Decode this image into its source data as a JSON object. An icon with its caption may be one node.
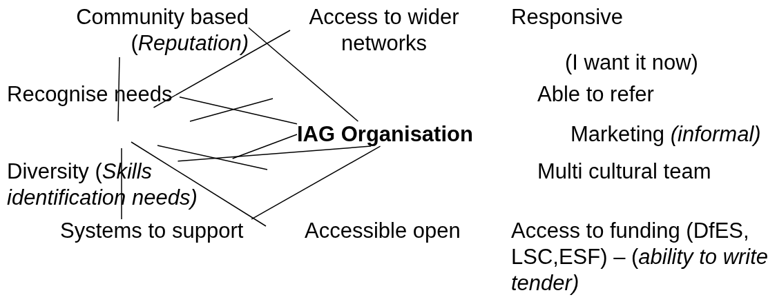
{
  "diagram": {
    "nodes": [
      {
        "text": [
          "Community based (*Reputation)*"
        ]
      },
      {
        "text": [
          "Access to wider networks"
        ]
      },
      {
        "text": [
          "Recognise needs"
        ]
      },
      {
        "text": [
          "IAG Organisation"
        ]
      },
      {
        "text": [
          "Diversity  (*Skills identification needs)*"
        ]
      },
      {
        "text": [
          "Systems to support"
        ]
      }
    ],
    "edges": [
      {
        "from": 0,
        "to": 3,
        "arrow": "none"
      },
      {
        "from": 1,
        "to": 2,
        "arrow": "none"
      },
      {
        "from": 2,
        "to": 3,
        "arrow": "none"
      },
      {
        "from": 4,
        "to": 3,
        "arrow": "none"
      },
      {
        "from": 4,
        "to": 3,
        "arrow": "none"
      },
      {
        "from": 5,
        "to": 3,
        "arrow": "none"
      }
    ],
    "labels": [
      "Responsive",
      "(I want it now)",
      "Able to refer",
      "Marketing *(informal)*",
      "Multi cultural team",
      "Accessible open",
      "Access to funding (DfES, LSC,ESF) – (*ability to write tender)*"
    ]
  }
}
